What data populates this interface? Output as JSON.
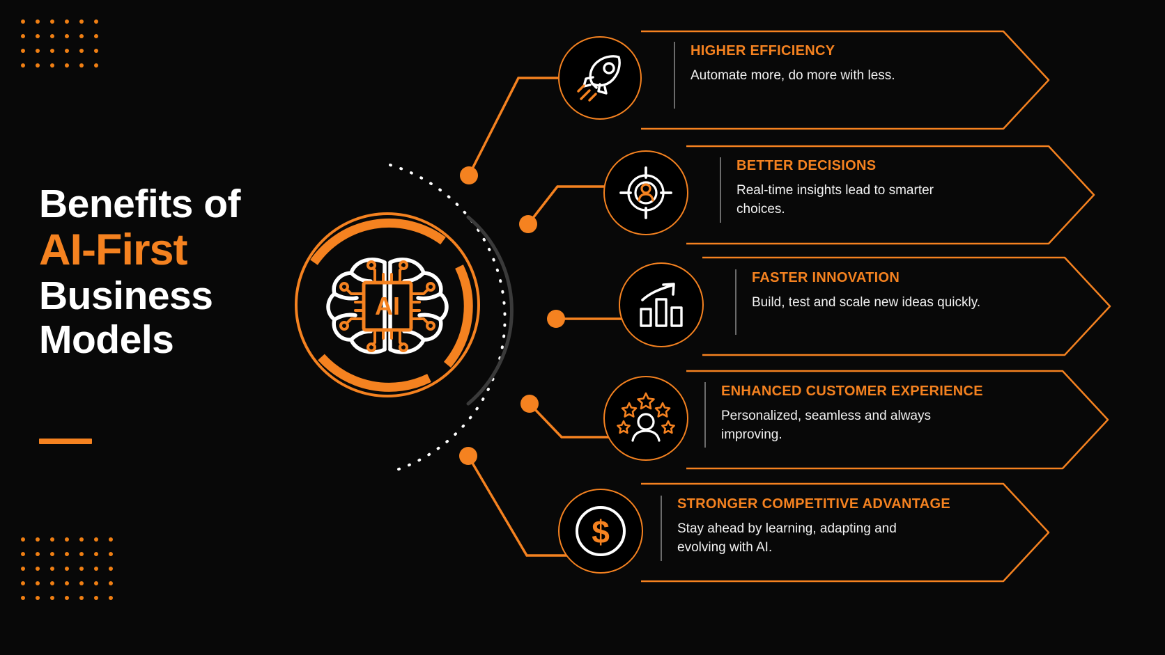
{
  "title": {
    "line1": "Benefits of",
    "line2": "AI-First",
    "line3": "Business",
    "line4": "Models"
  },
  "center": {
    "label": "AI",
    "icon": "brain-chip-icon"
  },
  "colors": {
    "accent": "#F58220",
    "accent_dot": "#F07F13",
    "background": "#080808",
    "text": "#FFFFFF",
    "muted": "#6b6b6b"
  },
  "benefits": [
    {
      "icon": "rocket-icon",
      "title": "HIGHER EFFICIENCY",
      "desc": "Automate more, do more with less."
    },
    {
      "icon": "target-person-icon",
      "title": "BETTER DECISIONS",
      "desc": "Real-time insights lead to smarter choices."
    },
    {
      "icon": "bar-chart-growth-icon",
      "title": "FASTER INNOVATION",
      "desc": "Build, test and scale new ideas quickly."
    },
    {
      "icon": "person-stars-icon",
      "title": "ENHANCED CUSTOMER EXPERIENCE",
      "desc": "Personalized, seamless and always improving."
    },
    {
      "icon": "dollar-coin-icon",
      "title": "STRONGER COMPETITIVE ADVANTAGE",
      "desc": "Stay ahead by learning, adapting and evolving with AI."
    }
  ]
}
